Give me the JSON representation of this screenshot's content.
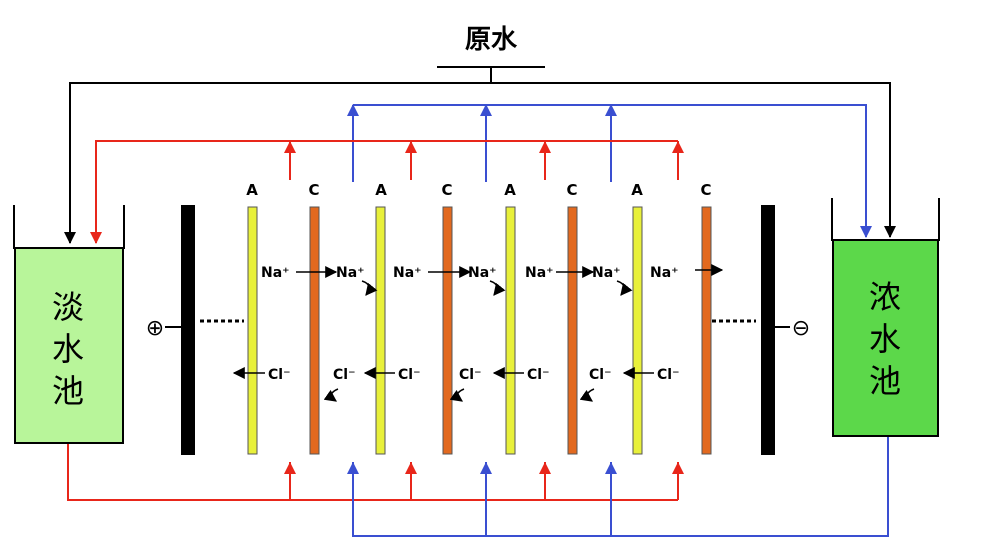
{
  "title": "原水",
  "dilute_tank": {
    "line1": "淡",
    "line2": "水",
    "line3": "池"
  },
  "concentrate_tank": {
    "line1": "浓",
    "line2": "水",
    "line3": "池"
  },
  "anode_symbol": "⊕",
  "cathode_symbol": "⊖",
  "membranes": [
    "A",
    "C",
    "A",
    "C",
    "A",
    "C",
    "A",
    "C"
  ],
  "ions": {
    "na": "Na⁺",
    "cl": "Cl⁻"
  },
  "colors": {
    "anion_membrane": "#e8f03a",
    "cation_membrane": "#e2691f",
    "electrode": "#000000",
    "red_flow": "#e8261a",
    "blue_flow": "#3a4fd1",
    "dilute_fill": "#b8f59a",
    "concentrate_fill": "#5cd84a"
  }
}
